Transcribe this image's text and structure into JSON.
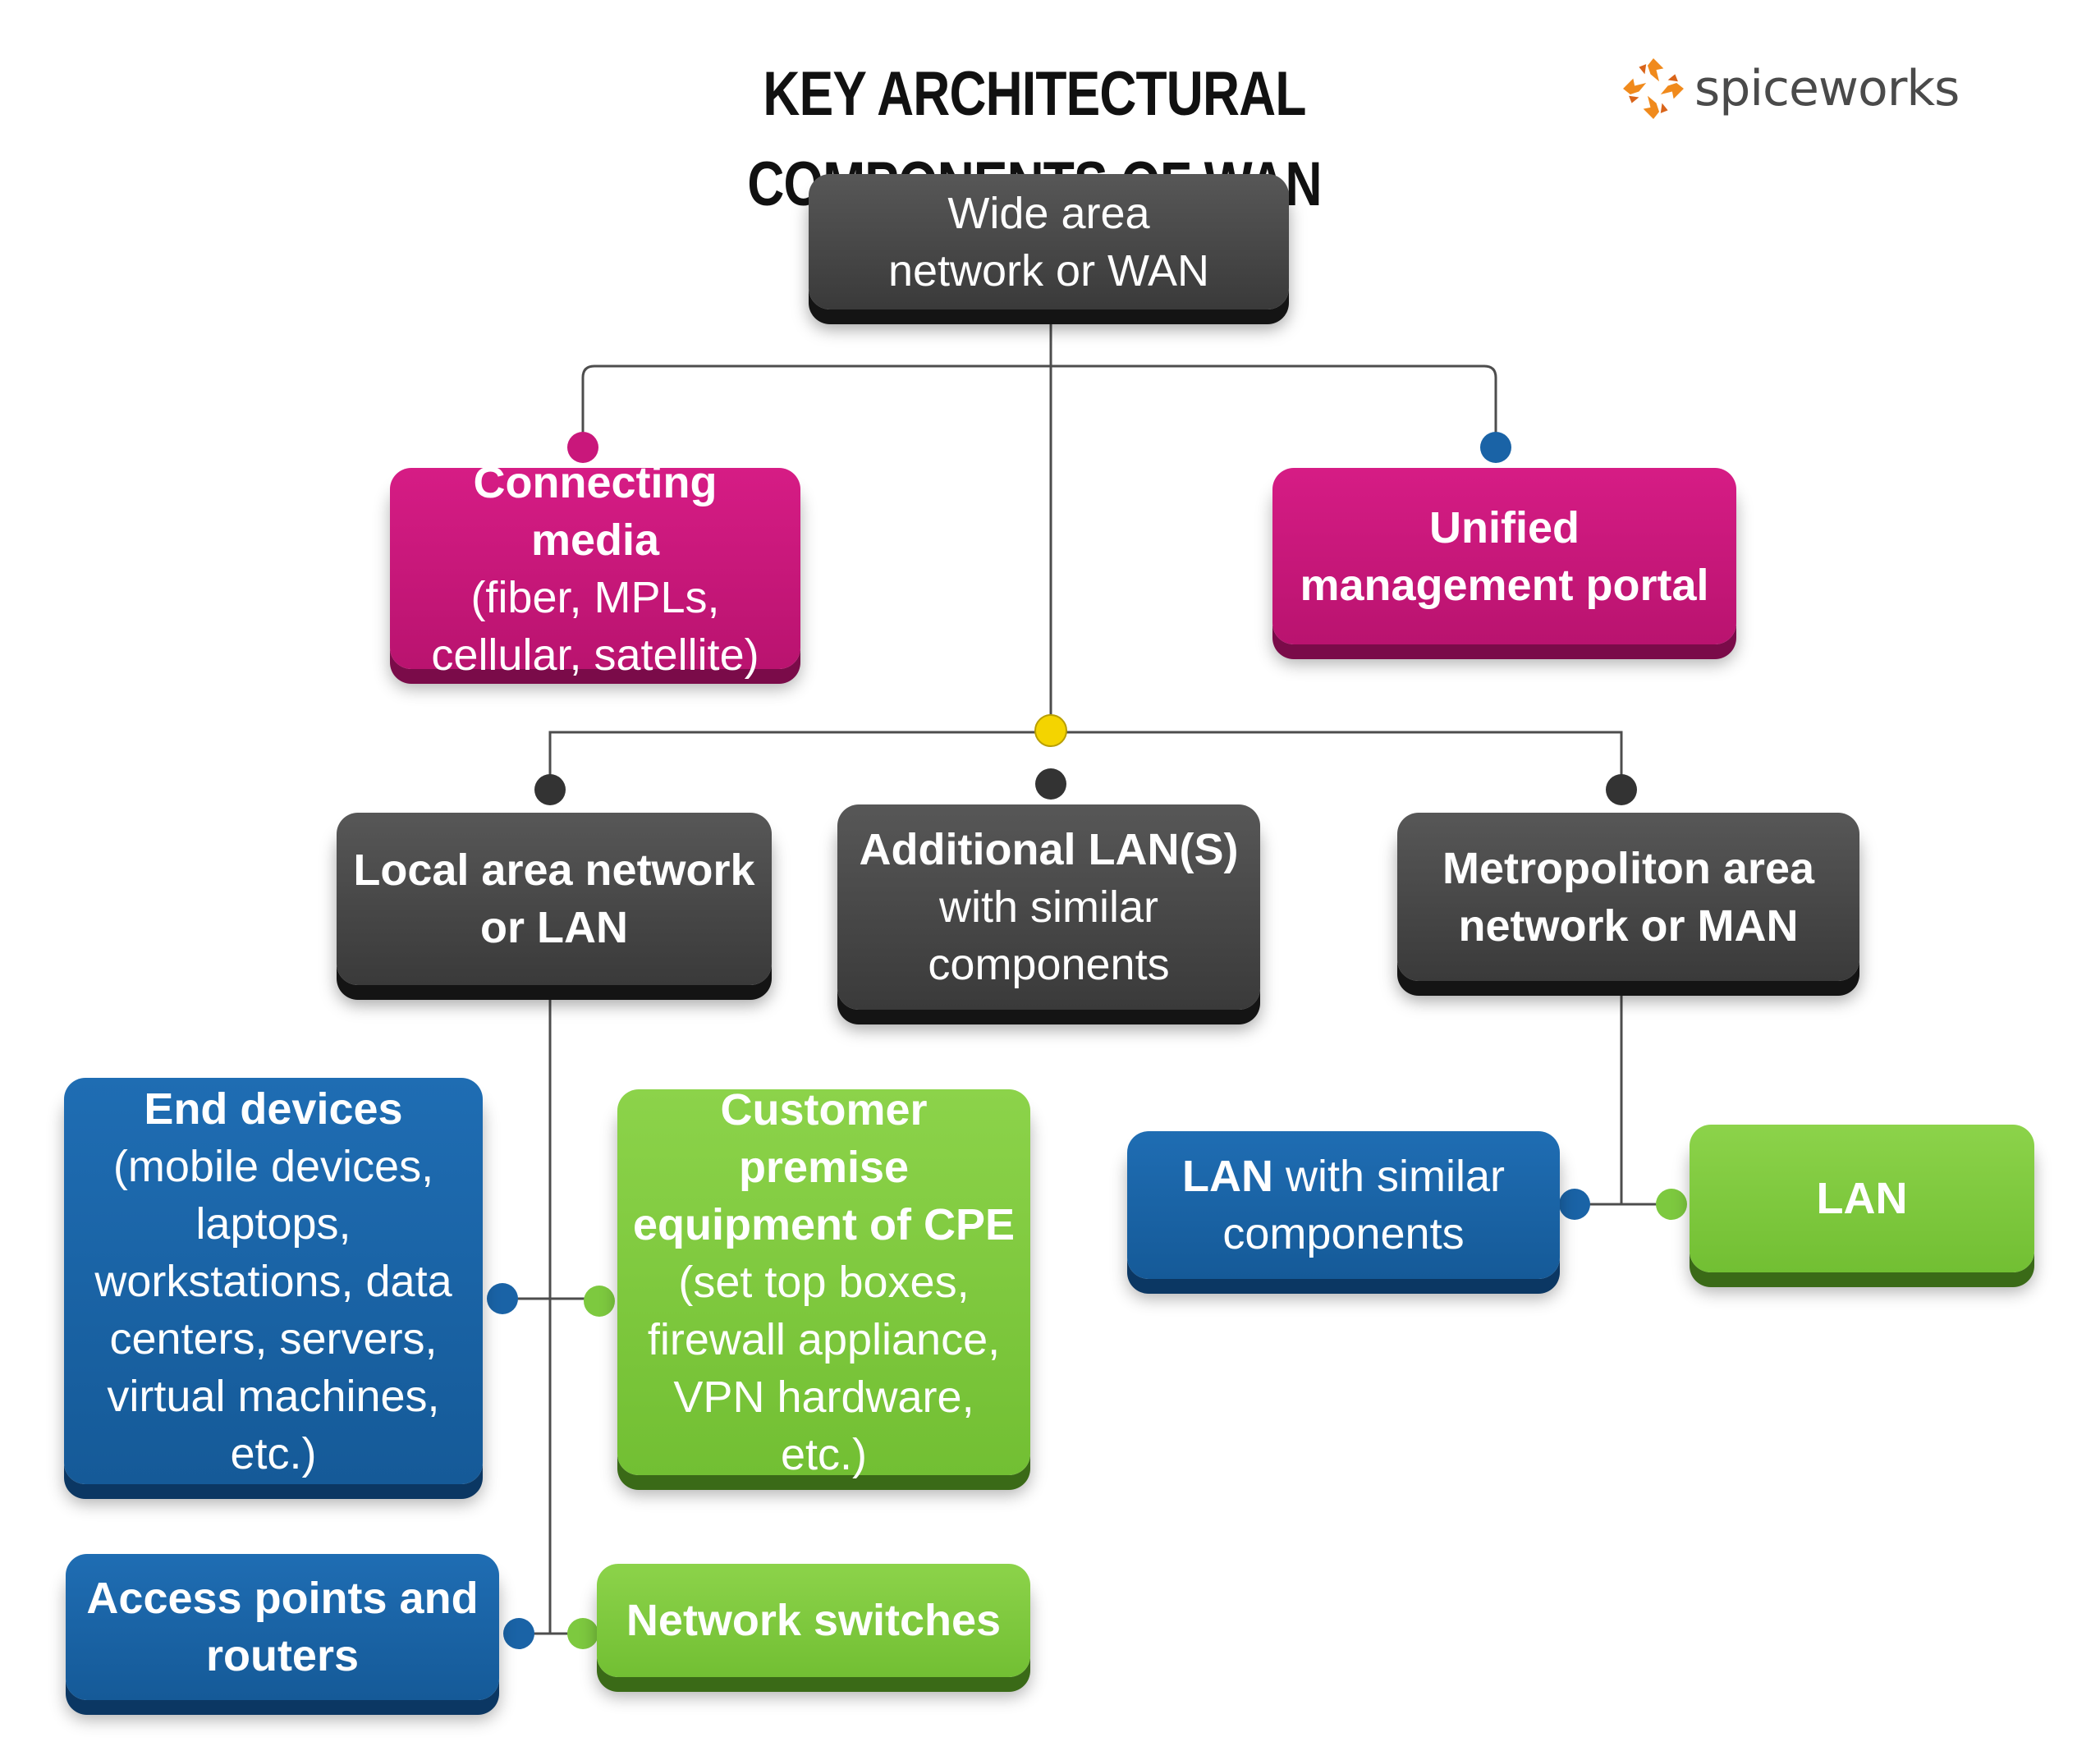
{
  "title": "KEY ARCHITECTURAL COMPONENTS OF WAN",
  "logo": {
    "text": "spiceworks",
    "icon": "spiceworks-swirl-icon"
  },
  "colors": {
    "dark": "#474747",
    "magenta": "#c9177b",
    "blue": "#1a63a6",
    "green": "#7dc93f",
    "dot_magenta": "#c9177b",
    "dot_blue": "#1a63a6",
    "dot_yellow": "#f4d400",
    "dot_dark": "#333333",
    "dot_green": "#7dc93f",
    "line": "#4d4d4d"
  },
  "nodes": {
    "wan": {
      "text": "Wide area\nnetwork or WAN"
    },
    "connecting_media": {
      "bold": "Connecting media",
      "text": "(fiber, MPLs,\ncellular, satellite)"
    },
    "unified_portal": {
      "bold": "Unified\nmanagement portal"
    },
    "lan": {
      "bold": "Local area network\nor LAN"
    },
    "additional_lan": {
      "bold": "Additional LAN(S)",
      "text": "with similar\ncomponents"
    },
    "man": {
      "bold": "Metropoliton area\nnetwork or MAN"
    },
    "end_devices": {
      "bold": "End devices",
      "text": "(mobile devices,\nlaptops,\nworkstations, data\ncenters, servers,\nvirtual machines,\netc.)"
    },
    "cpe": {
      "bold": "Customer premise\nequipment of CPE",
      "text": "(set top boxes,\nfirewall appliance,\nVPN hardware,\netc.)"
    },
    "access_points": {
      "bold": "Access points and\nrouters"
    },
    "network_switches": {
      "bold": "Network switches"
    },
    "lan_similar": {
      "bold": "LAN",
      "text": " with similar\ncomponents"
    },
    "lan_green": {
      "bold": "LAN"
    }
  }
}
